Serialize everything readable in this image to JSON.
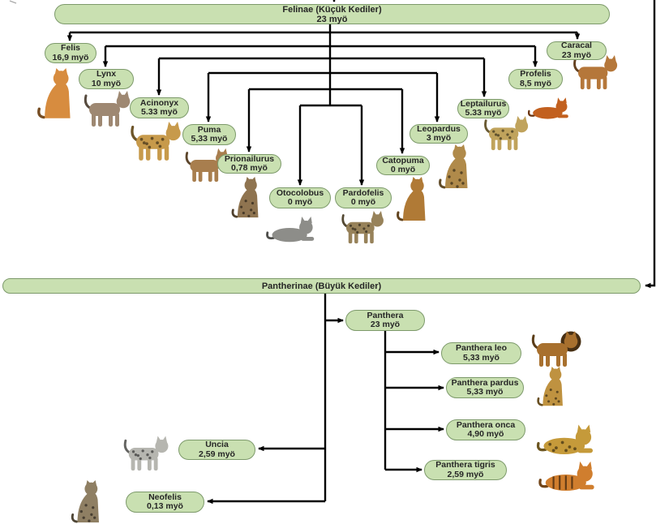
{
  "style": {
    "box_fill": "#c9e0b1",
    "box_border": "#7d9a6b",
    "line_color": "#000000",
    "text_color": "#262626"
  },
  "felinae": {
    "label": "Felinae (Küçük Kediler)",
    "age": "23 myö",
    "genera": [
      {
        "name": "Felis",
        "age": "16,9 myö",
        "animal": "domestic-cat",
        "color": "#d78c3f",
        "pattern": "plain"
      },
      {
        "name": "Lynx",
        "age": "10 myö",
        "animal": "lynx",
        "color": "#9e8872",
        "pattern": "plain"
      },
      {
        "name": "Acinonyx",
        "age": "5.33 myö",
        "animal": "cheetah",
        "color": "#c79a4b",
        "pattern": "spots"
      },
      {
        "name": "Puma",
        "age": "5,33 myö",
        "animal": "cougar",
        "color": "#a87e4e",
        "pattern": "plain"
      },
      {
        "name": "Prionailurus",
        "age": "0,78 myö",
        "animal": "leopard-cat",
        "color": "#8f7450",
        "pattern": "spots"
      },
      {
        "name": "Otocolobus",
        "age": "0 myö",
        "animal": "pallas-cat",
        "color": "#8d8d89",
        "pattern": "plain"
      },
      {
        "name": "Pardofelis",
        "age": "0 myö",
        "animal": "marbled-cat",
        "color": "#97825a",
        "pattern": "spots"
      },
      {
        "name": "Catopuma",
        "age": "0 myö",
        "animal": "asian-golden-cat",
        "color": "#b07a36",
        "pattern": "plain"
      },
      {
        "name": "Leopardus",
        "age": "3 myö",
        "animal": "ocelot",
        "color": "#b08a4a",
        "pattern": "spots"
      },
      {
        "name": "Leptailurus",
        "age": "5.33 myö",
        "animal": "serval",
        "color": "#c0a35c",
        "pattern": "spots"
      },
      {
        "name": "Profelis",
        "age": "8,5 myö",
        "animal": "african-golden-cat",
        "color": "#c2601f",
        "pattern": "plain"
      },
      {
        "name": "Caracal",
        "age": "23 myö",
        "animal": "caracal",
        "color": "#b5773a",
        "pattern": "plain"
      }
    ]
  },
  "pantherinae": {
    "label": "Pantherinae (Büyük Kediler)",
    "panthera": {
      "name": "Panthera",
      "age": "23 myö"
    },
    "species": [
      {
        "name": "Panthera leo",
        "age": "5,33 myö",
        "animal": "lion",
        "color": "#a8702e",
        "pattern": "plain"
      },
      {
        "name": "Panthera pardus",
        "age": "5,33 myö",
        "animal": "leopard",
        "color": "#bf9240",
        "pattern": "spots"
      },
      {
        "name": "Panthera onca",
        "age": "4,90 myö",
        "animal": "jaguar",
        "color": "#c59a3a",
        "pattern": "spots"
      },
      {
        "name": "Panthera tigris",
        "age": "2,59 myö",
        "animal": "tiger",
        "color": "#d07e2e",
        "pattern": "stripes"
      }
    ],
    "uncia": {
      "name": "Uncia",
      "age": "2,59 myö",
      "animal": "snow-leopard",
      "color": "#b6b6b0",
      "pattern": "spots"
    },
    "neofelis": {
      "name": "Neofelis",
      "age": "0,13 myö",
      "animal": "clouded-leopard",
      "color": "#8f7f63",
      "pattern": "spots"
    }
  }
}
